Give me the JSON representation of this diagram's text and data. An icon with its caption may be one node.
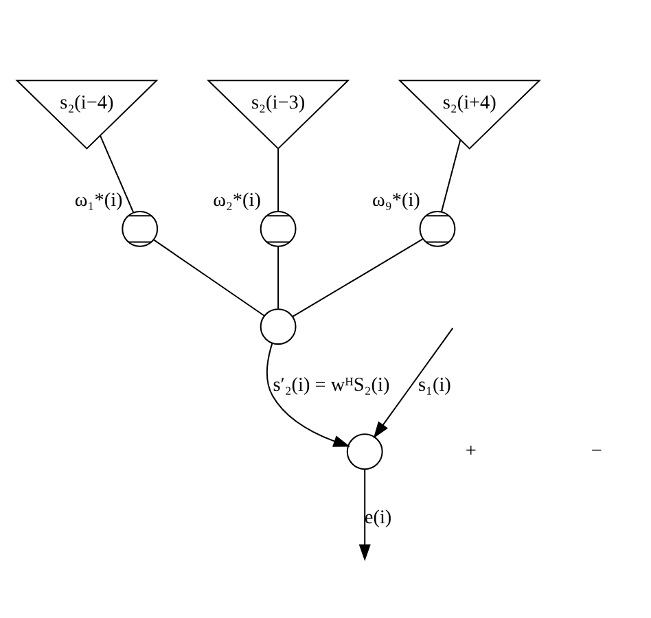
{
  "diagram": {
    "nodes": [
      {
        "text": [
          "s₂(i−4)"
        ]
      },
      {
        "text": [
          "s₂(i−3)"
        ]
      },
      {
        "text": [
          "s₂(i+4)"
        ]
      },
      {
        "text": [],
        "shape": "circle",
        "beside": [
          "ω₁*(i)"
        ]
      },
      {
        "text": [],
        "shape": "circle",
        "beside": [
          "ω₂*(i)"
        ]
      },
      {
        "text": [],
        "shape": "circle",
        "beside": [
          "ω₉*(i)"
        ]
      },
      {
        "text": [],
        "shape": "circle"
      },
      {
        "text": [],
        "shape": "circle"
      }
    ],
    "edges": [
      {
        "from": 0,
        "to": 3,
        "arrow": "none"
      },
      {
        "from": 1,
        "to": 4,
        "arrow": "none"
      },
      {
        "from": 2,
        "to": 5,
        "arrow": "none"
      },
      {
        "from": 3,
        "to": 6,
        "arrow": "none"
      },
      {
        "from": 4,
        "to": 6,
        "arrow": "none"
      },
      {
        "from": 5,
        "to": 6,
        "arrow": "none"
      },
      {
        "from": 6,
        "to": 7,
        "arrow": "to",
        "label": "s′₂(i) = wᴴS₂(i)"
      },
      {
        "from": null,
        "to": 7,
        "arrow": "to",
        "label": "s₁(i)"
      },
      {
        "from": 7,
        "to": null,
        "arrow": "to",
        "label": "e(i)"
      }
    ],
    "labels": [
      "+",
      "−"
    ]
  }
}
